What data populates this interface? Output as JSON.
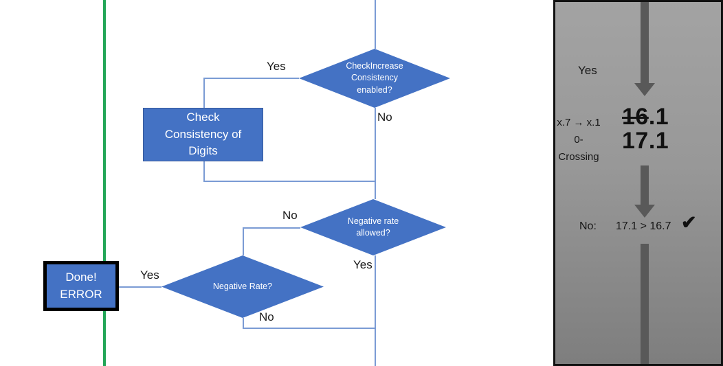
{
  "flowchart": {
    "decision_check_increase": {
      "label": "CheckIncrease Consistency enabled?"
    },
    "process_check_consistency": {
      "label": "Check Consistency of Digits"
    },
    "decision_negative_rate_allowed": {
      "label": "Negative rate allowed?"
    },
    "decision_negative_rate": {
      "label": "Negative Rate?"
    },
    "terminal_done": {
      "line1": "Done!",
      "line2": "ERROR"
    },
    "edge_labels": {
      "check_increase_yes": "Yes",
      "check_increase_no": "No",
      "negative_allowed_no": "No",
      "negative_allowed_yes": "Yes",
      "negative_rate_yes": "Yes",
      "negative_rate_no": "No"
    }
  },
  "side_panel": {
    "branch_label": "Yes",
    "rule": {
      "line1": "x.7 → x.1",
      "line2": "0-Crossing"
    },
    "old_value_struck": "16",
    "old_value_tail": ".1",
    "new_value": "17.1",
    "result_label": "No:",
    "comparison": "17.1 > 16.7",
    "checkmark": "✔"
  },
  "colors": {
    "shape_blue": "#4472c4",
    "connector_blue": "#7a9bd4",
    "green_line": "#22a657",
    "arrow_gray": "#595959",
    "panel_gray_top": "#a3a3a3",
    "panel_gray_bottom": "#7e7e7e",
    "terminal_border": "#000000"
  }
}
